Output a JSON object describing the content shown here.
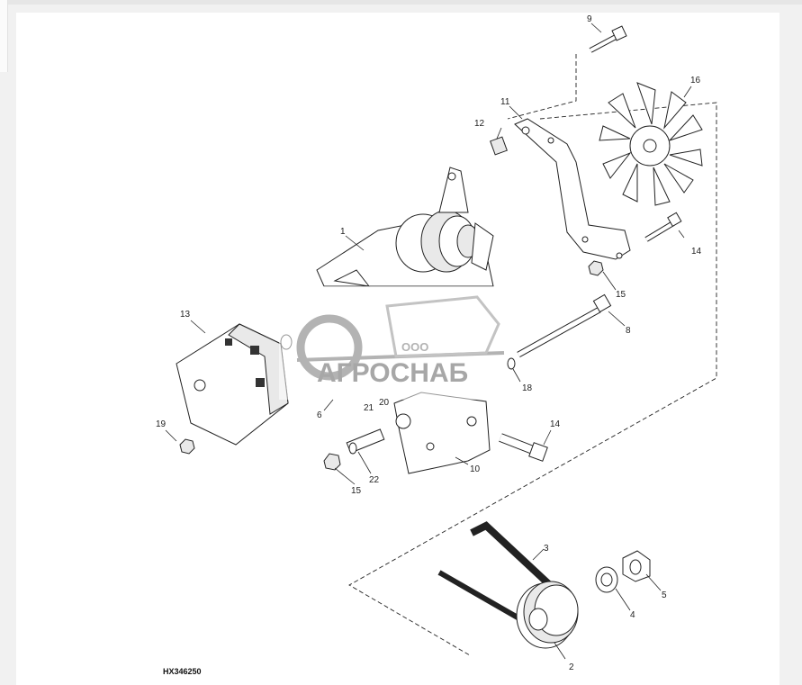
{
  "callouts": {
    "c1": "1",
    "c2": "2",
    "c3": "3",
    "c4": "4",
    "c5": "5",
    "c6": "6",
    "c8": "8",
    "c9": "9",
    "c10": "10",
    "c11": "11",
    "c12": "12",
    "c13": "13",
    "c14a": "14",
    "c14b": "14",
    "c15a": "15",
    "c15b": "15",
    "c16": "16",
    "c18": "18",
    "c19": "19",
    "c20": "20",
    "c21": "21",
    "c22": "22"
  },
  "figure_ref": "HX346250",
  "watermark": {
    "small": "ООО",
    "brand": "АГРОСНАБ",
    "color": "#9a9a9a"
  }
}
